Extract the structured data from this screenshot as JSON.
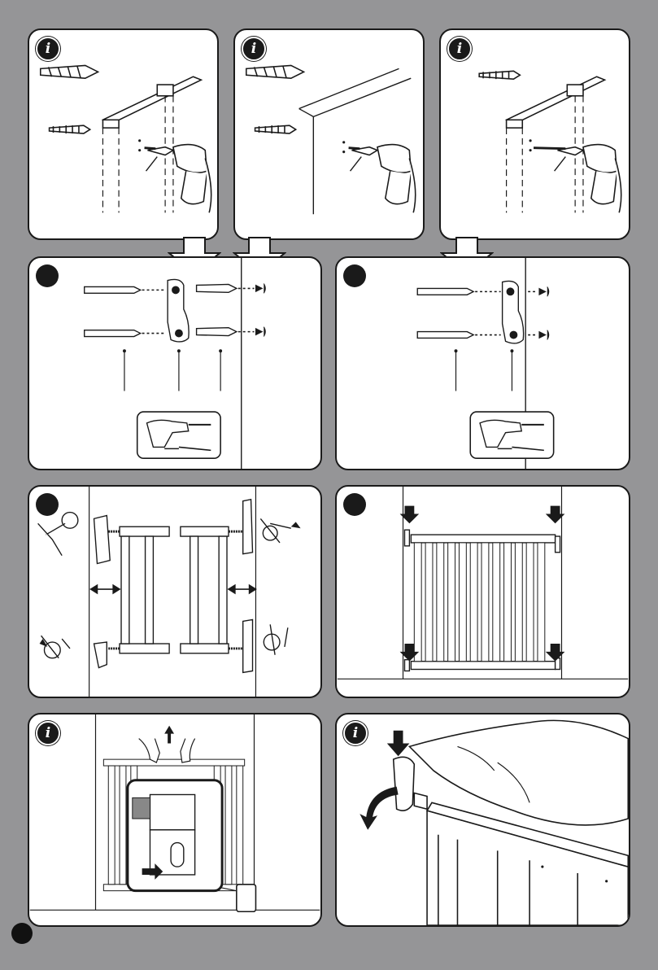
{
  "icons": {
    "info": "i",
    "info_icon_name": "info-icon",
    "step_icon_name": "step-marker-icon"
  },
  "panels": [
    {
      "id": "drill-wall-with-plug",
      "badge": "i"
    },
    {
      "id": "drill-solid-wall",
      "badge": "i"
    },
    {
      "id": "drill-wood-frame",
      "badge": "i"
    },
    {
      "id": "mount-brackets-with-plugs",
      "badge": ""
    },
    {
      "id": "mount-brackets-no-plugs",
      "badge": ""
    },
    {
      "id": "adjust-gate-width",
      "badge": ""
    },
    {
      "id": "install-gate",
      "badge": ""
    },
    {
      "id": "lift-gate-detail",
      "badge": "i"
    },
    {
      "id": "open-gate-latch",
      "badge": "i"
    }
  ],
  "colors": {
    "background": "#959597",
    "panel": "#ffffff",
    "ink": "#1a1a1a"
  }
}
